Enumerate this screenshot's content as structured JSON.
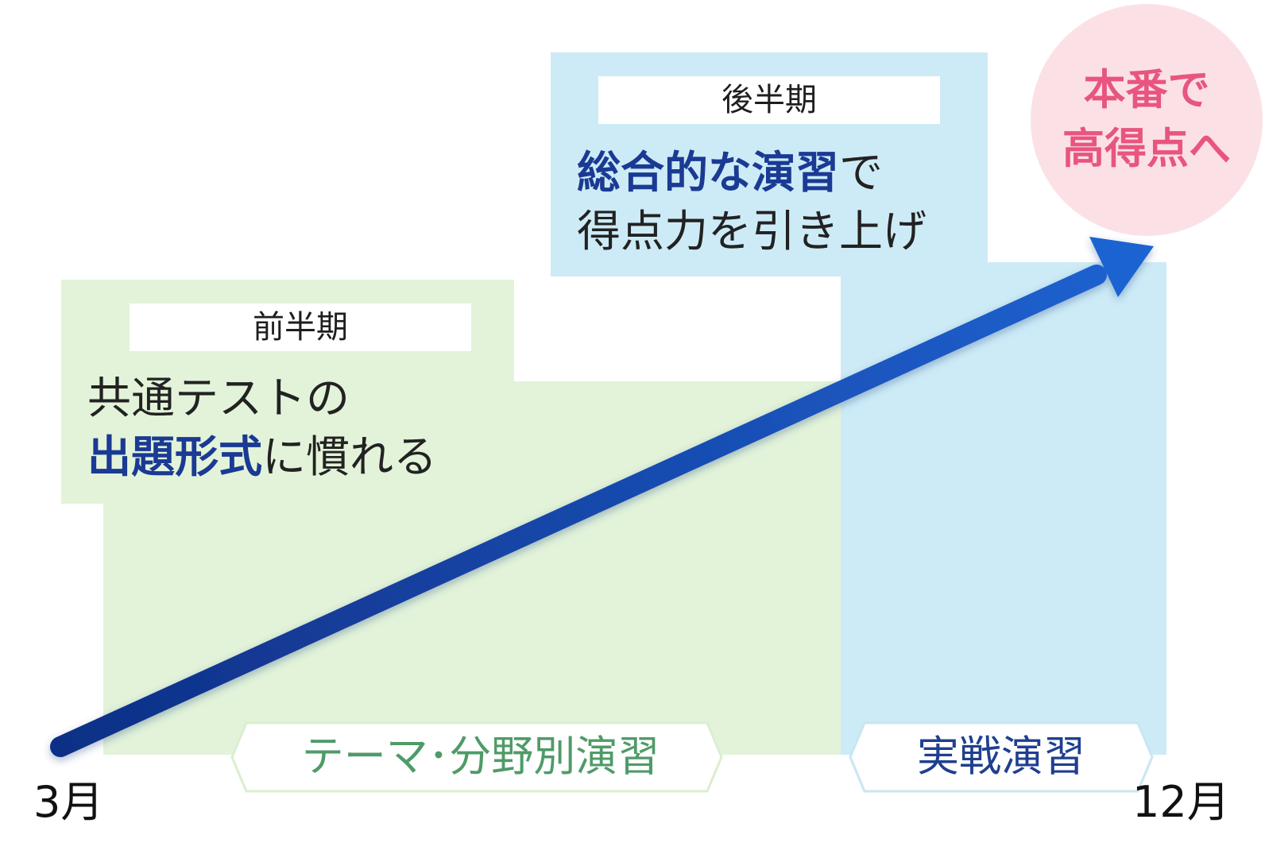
{
  "diagram": {
    "first_half": {
      "tag": "前半期",
      "message_line1": "共通テストの",
      "message_line2_highlight": "出題形式",
      "message_line2_rest": "に慣れる"
    },
    "second_half": {
      "tag": "後半期",
      "message_line1_highlight": "総合的な演習",
      "message_line1_rest": "で",
      "message_line2": "得点力を引き上げ"
    },
    "goal": {
      "line1": "本番で",
      "line2": "高得点へ"
    },
    "phases": {
      "first": "テーマ･分野別演習",
      "second": "実戦演習"
    },
    "timeline": {
      "start": "3月",
      "end": "12月"
    },
    "colors": {
      "green_zone": "#e2f3d9",
      "blue_zone": "#cdebf6",
      "arrow": "#1a4fb8",
      "highlight_text": "#1a3a94",
      "goal_circle": "#fbe1e6",
      "goal_text": "#e8557e",
      "phase_green_text": "#4f9b68",
      "phase_blue_text": "#1f3f8f"
    }
  }
}
